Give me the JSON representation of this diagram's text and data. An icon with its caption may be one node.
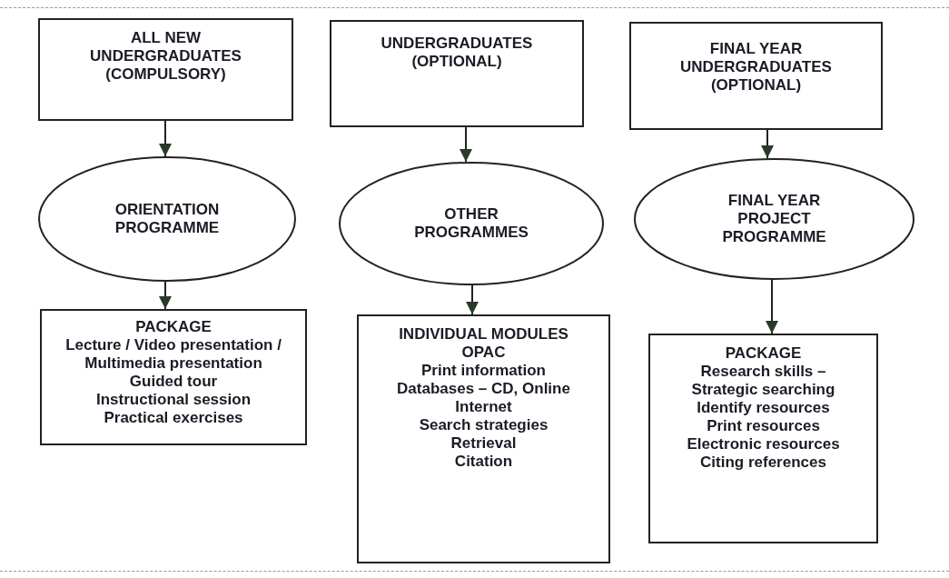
{
  "diagram": {
    "nodes": [
      {
        "text": [
          "ALL NEW UNDERGRADUATES (COMPULSORY)"
        ]
      },
      {
        "text": [
          "UNDERGRADUATES (OPTIONAL)"
        ]
      },
      {
        "text": [
          "FINAL YEAR UNDERGRADUATES (OPTIONAL)"
        ]
      },
      {
        "text": [
          "ORIENTATION PROGRAMME"
        ]
      },
      {
        "text": [
          "OTHER PROGRAMMES"
        ]
      },
      {
        "text": [
          "FINAL YEAR PROJECT PROGRAMME"
        ]
      },
      {
        "text": [
          "PACKAGE",
          "Lecture / Video presentation / Multimedia presentation",
          "Guided tour",
          "Instructional session",
          "Practical exercises"
        ]
      },
      {
        "text": [
          "INDIVIDUAL MODULES",
          "OPAC",
          "Print information",
          "Databases – CD, Online",
          "Internet",
          "Search strategies",
          "Retrieval",
          "Citation"
        ]
      },
      {
        "text": [
          "PACKAGE",
          "Research skills – Strategic searching",
          "Identify resources",
          "Print resources",
          "Electronic resources",
          "Citing references"
        ]
      }
    ],
    "edges": [
      {
        "from": 0,
        "to": 3,
        "arrow": "to"
      },
      {
        "from": 1,
        "to": 4,
        "arrow": "to"
      },
      {
        "from": 2,
        "to": 5,
        "arrow": "to"
      },
      {
        "from": 3,
        "to": 6,
        "arrow": "to"
      },
      {
        "from": 4,
        "to": 7,
        "arrow": "to"
      },
      {
        "from": 5,
        "to": 8,
        "arrow": "to"
      }
    ]
  }
}
